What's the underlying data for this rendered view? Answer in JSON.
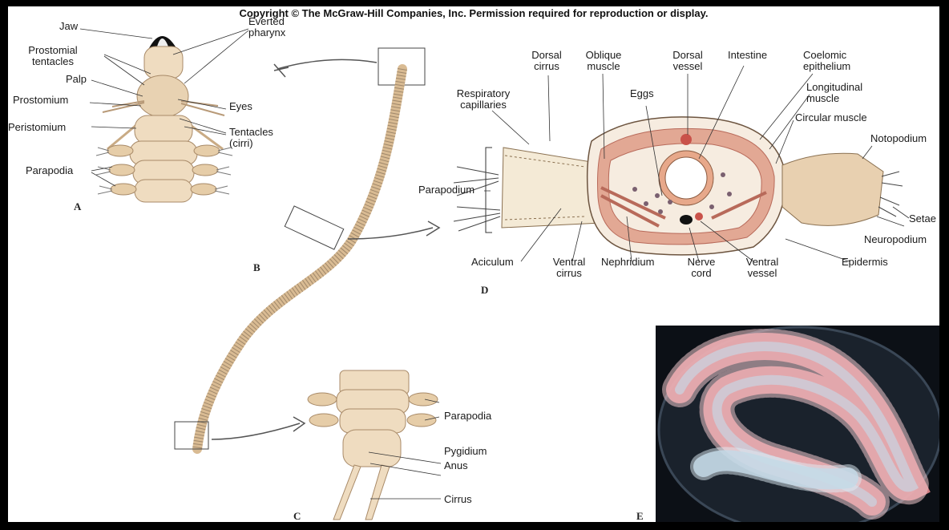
{
  "copyright": "Copyright © The McGraw-Hill Companies, Inc. Permission required for reproduction or display.",
  "panels": {
    "A": "A",
    "B": "B",
    "C": "C",
    "D": "D",
    "E": "E"
  },
  "labels_a": {
    "jaw": "Jaw",
    "everted_pharynx_1": "Everted",
    "everted_pharynx_2": "pharynx",
    "prostomial_tentacles_1": "Prostomial",
    "prostomial_tentacles_2": "tentacles",
    "palp": "Palp",
    "prostomium": "Prostomium",
    "eyes": "Eyes",
    "peristomium": "Peristomium",
    "tentacles_1": "Tentacles",
    "tentacles_2": "(cirri)",
    "parapodia": "Parapodia"
  },
  "labels_c": {
    "parapodia": "Parapodia",
    "pygidium": "Pygidium",
    "anus": "Anus",
    "cirrus": "Cirrus"
  },
  "labels_d": {
    "dorsal_cirrus_1": "Dorsal",
    "dorsal_cirrus_2": "cirrus",
    "oblique_muscle_1": "Oblique",
    "oblique_muscle_2": "muscle",
    "dorsal_vessel_1": "Dorsal",
    "dorsal_vessel_2": "vessel",
    "intestine": "Intestine",
    "coelomic_1": "Coelomic",
    "coelomic_2": "epithelium",
    "longitudinal_1": "Longitudinal",
    "longitudinal_2": "muscle",
    "circular_muscle": "Circular muscle",
    "respiratory_1": "Respiratory",
    "respiratory_2": "capillaries",
    "eggs": "Eggs",
    "notopodium": "Notopodium",
    "parapodium": "Parapodium",
    "setae": "Setae",
    "neuropodium": "Neuropodium",
    "aciculum": "Aciculum",
    "ventral_cirrus_1": "Ventral",
    "ventral_cirrus_2": "cirrus",
    "nephridium": "Nephridium",
    "nerve_cord_1": "Nerve",
    "nerve_cord_2": "cord",
    "ventral_vessel_1": "Ventral",
    "ventral_vessel_2": "vessel",
    "epidermis": "Epidermis"
  },
  "colors": {
    "flesh": "#efdcc0",
    "flesh_shadow": "#d9bb93",
    "muscle": "#d79a86",
    "muscle_dark": "#b86a5a",
    "photo_pink": "#e48a8e",
    "photo_blue": "#a9c6d8"
  }
}
